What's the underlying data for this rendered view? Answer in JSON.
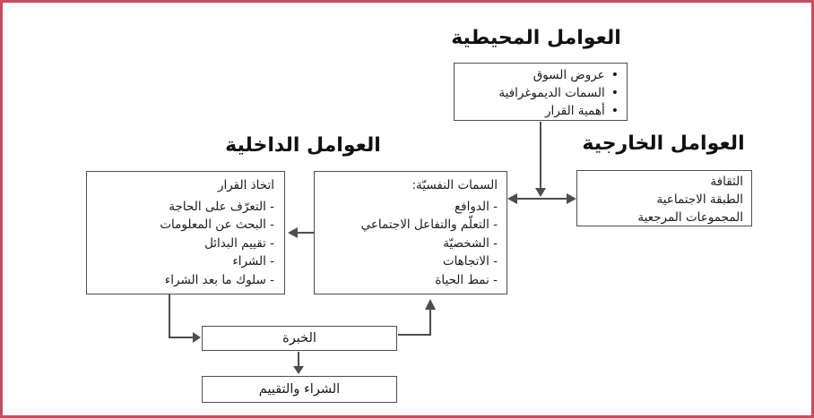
{
  "colors": {
    "frame_border": "#c94b5e",
    "box_border": "#4e4e4e",
    "arrow": "#4d4d4d",
    "text": "#1b1b1b"
  },
  "headings": {
    "environmental": "العوامل المحيطية",
    "external": "العوامل الخارجية",
    "internal": "العوامل الداخلية"
  },
  "boxes": {
    "environmental": {
      "items": [
        "عروض السوق",
        "السمات الديموغرافية",
        "أهمية القرار"
      ]
    },
    "external": {
      "items": [
        "الثقافة",
        "الطبقة الاجتماعية",
        "المجموعات المرجعية"
      ]
    },
    "psychological": {
      "title": "السمات النفسيّة:",
      "items": [
        "- الدوافع",
        "- التعلّم والتفاعل الاجتماعي",
        "- الشخصيّة",
        "- الاتجاهات",
        "- نمط الحياة"
      ]
    },
    "decision": {
      "title": "اتخاذ القرار",
      "items": [
        "- التعرّف على الحاجة",
        "- البحث عن المعلومات",
        "- تقييم البدائل",
        "- الشراء",
        "- سلوك ما بعد الشراء"
      ]
    },
    "experience": {
      "label": "الخبرة"
    },
    "purchase_evaluation": {
      "label": "الشراء والتقييم"
    }
  }
}
